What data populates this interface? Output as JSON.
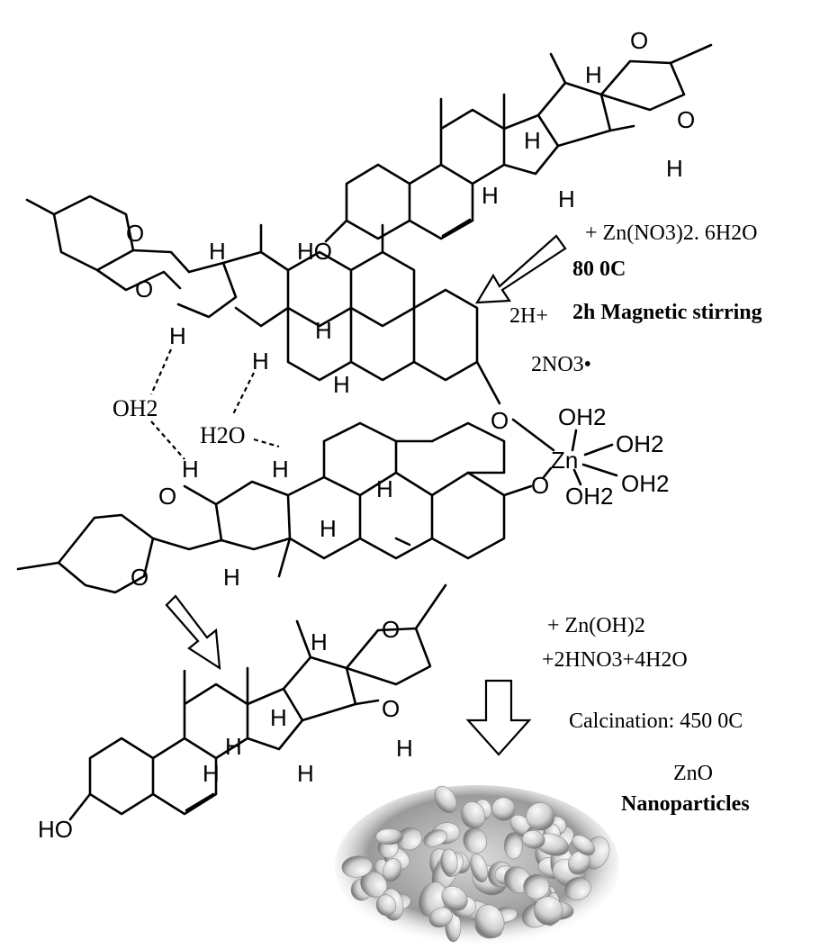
{
  "reagents": {
    "zinc_nitrate": "+ Zn(NO3)2. 6H2O",
    "temperature": "80 0C",
    "stirring": "2h Magnetic stirring",
    "proton_release": "2H+",
    "nitrate_radical": "2NO3•"
  },
  "labels": {
    "water_1": "OH2",
    "water_2": "H2O",
    "complex_ligands": [
      "OH2",
      "OH2",
      "OH2",
      "OH2"
    ],
    "zinc": "Zn",
    "hydroxyl": "HO",
    "oxygen": "O",
    "hydrogen": "H"
  },
  "products": {
    "zinc_hydroxide": "+ Zn(OH)2",
    "byproducts": "+2HNO3+4H2O",
    "calcination": "Calcination: 450 0C",
    "final_line1": "ZnO",
    "final_line2": "Nanoparticles"
  }
}
